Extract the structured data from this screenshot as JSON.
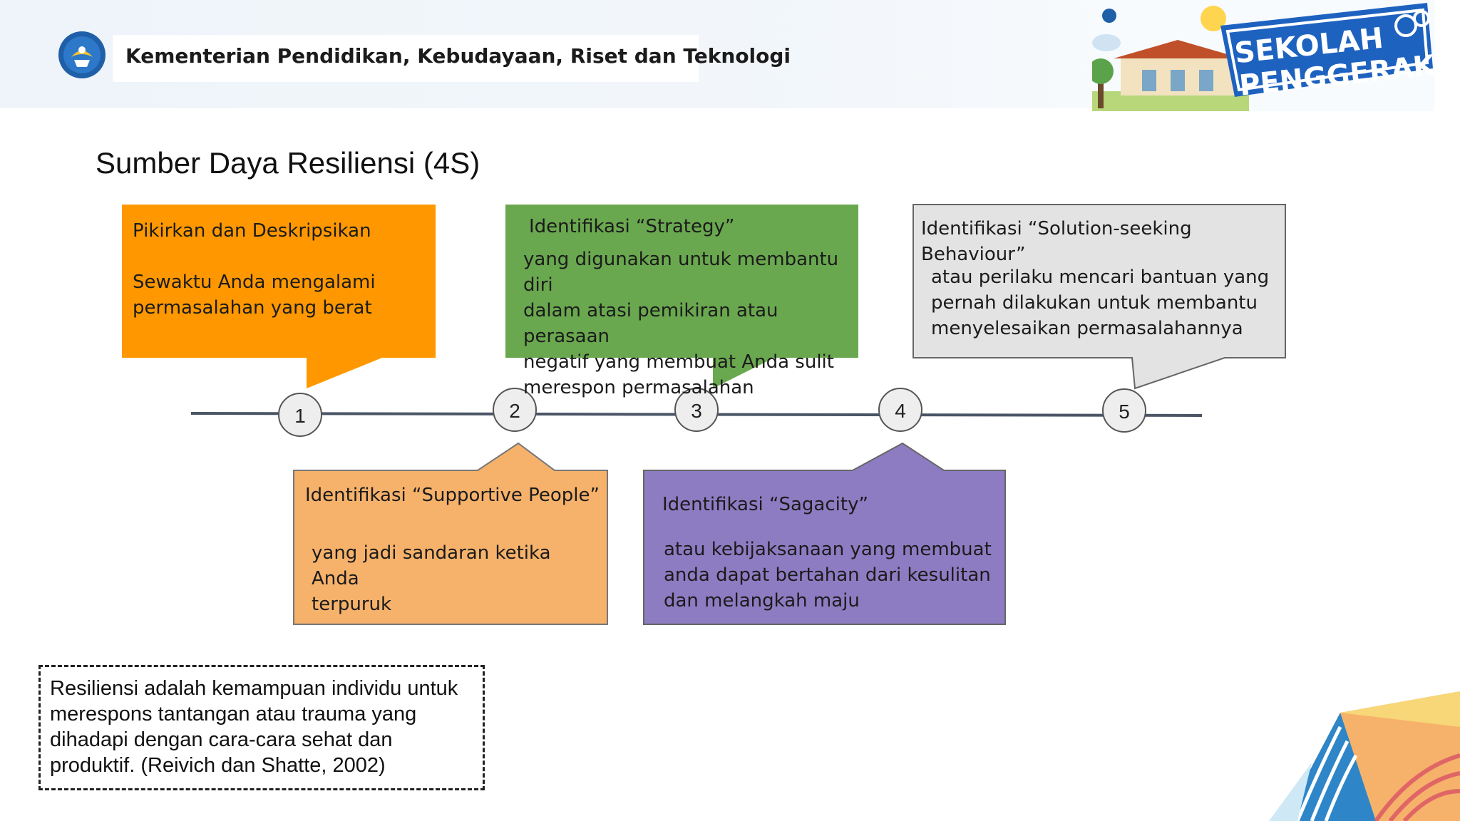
{
  "header": {
    "ministry": "Kementerian Pendidikan, Kebudayaan, Riset dan Teknologi",
    "brand_line1": "SEKOLAH",
    "brand_line2": "PENGGERAK"
  },
  "title": "Sumber Daya Resiliensi (4S)",
  "timeline": {
    "nodes": [
      "1",
      "2",
      "3",
      "4",
      "5"
    ]
  },
  "callouts": [
    {
      "heading": "Pikirkan dan Deskripsikan",
      "body": [
        "Sewaktu Anda mengalami",
        "permasalahan yang berat"
      ],
      "color": "#ff9800"
    },
    {
      "heading": "Identifikasi “Supportive People”",
      "body": [
        "yang jadi sandaran ketika Anda",
        "terpuruk"
      ],
      "color": "#f6b26b"
    },
    {
      "heading": "Identifikasi “Strategy”",
      "body": [
        "yang digunakan untuk membantu diri",
        "dalam atasi pemikiran atau perasaan",
        "negatif yang membuat Anda sulit",
        "merespon permasalahan"
      ],
      "color": "#6aa84f"
    },
    {
      "heading": "Identifikasi “Sagacity”",
      "body": [
        "atau kebijaksanaan yang membuat",
        "anda dapat bertahan dari kesulitan",
        "dan melangkah maju"
      ],
      "color": "#8e7cc3"
    },
    {
      "heading": "Identifikasi “Solution-seeking Behaviour”",
      "body": [
        "atau perilaku mencari bantuan yang",
        "pernah dilakukan untuk membantu",
        "menyelesaikan permasalahannya"
      ],
      "color": "#e3e3e3"
    }
  ],
  "definition": {
    "lines": [
      "Resiliensi adalah kemampuan individu untuk",
      "merespons tantangan atau trauma yang",
      "dihadapi dengan cara-cara sehat dan",
      "produktif. (Reivich dan Shatte, 2002)"
    ]
  }
}
